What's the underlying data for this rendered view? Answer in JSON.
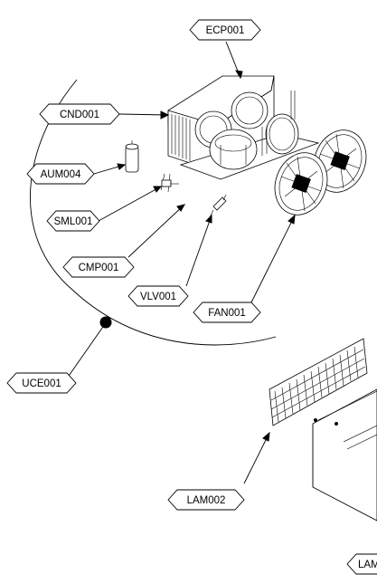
{
  "diagram": {
    "labels": {
      "ecp": "ECP001",
      "cnd": "CND001",
      "aum": "AUM004",
      "sml": "SML001",
      "cmp": "CMP001",
      "vlv": "VLV001",
      "fan": "FAN001",
      "uce": "UCE001",
      "lam2": "LAM002",
      "lam3": "LAM"
    },
    "icons": [
      "condensing-unit-drawing",
      "fan-drawing",
      "panel-drawing",
      "tank-drawing",
      "valve-drawing"
    ]
  }
}
